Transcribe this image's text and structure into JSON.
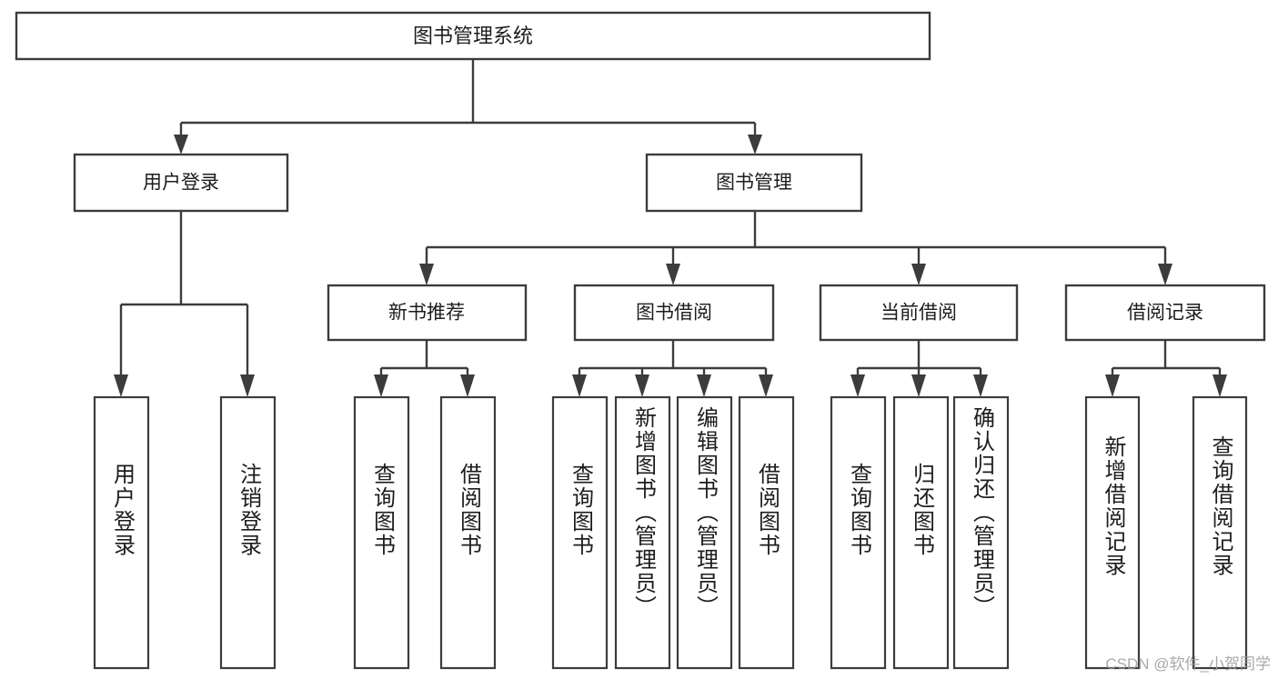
{
  "diagram": {
    "type": "tree-hierarchy",
    "title": "图书管理系统",
    "watermark": "CSDN @软件_小贺同学",
    "colors": {
      "stroke": "#3c3c3c",
      "fill": "#ffffff",
      "text": "#1d1d1d",
      "watermark": "#9a9a9a"
    },
    "root": {
      "label": "图书管理系统"
    },
    "level2": [
      {
        "label": "用户登录"
      },
      {
        "label": "图书管理"
      }
    ],
    "level3": [
      {
        "label": "新书推荐"
      },
      {
        "label": "图书借阅"
      },
      {
        "label": "当前借阅"
      },
      {
        "label": "借阅记录"
      }
    ],
    "leaves": {
      "user_login": [
        {
          "label": "用户登录"
        },
        {
          "label": "注销登录"
        }
      ],
      "new_book_recommend": [
        {
          "label": "查询图书"
        },
        {
          "label": "借阅图书"
        }
      ],
      "book_borrow": [
        {
          "label": "查询图书"
        },
        {
          "label": "新增图书（管理员）"
        },
        {
          "label": "编辑图书（管理员）"
        },
        {
          "label": "借阅图书"
        }
      ],
      "current_borrow": [
        {
          "label": "查询图书"
        },
        {
          "label": "归还图书"
        },
        {
          "label": "确认归还（管理员）"
        }
      ],
      "borrow_record": [
        {
          "label": "新增借阅记录"
        },
        {
          "label": "查询借阅记录"
        }
      ]
    }
  }
}
